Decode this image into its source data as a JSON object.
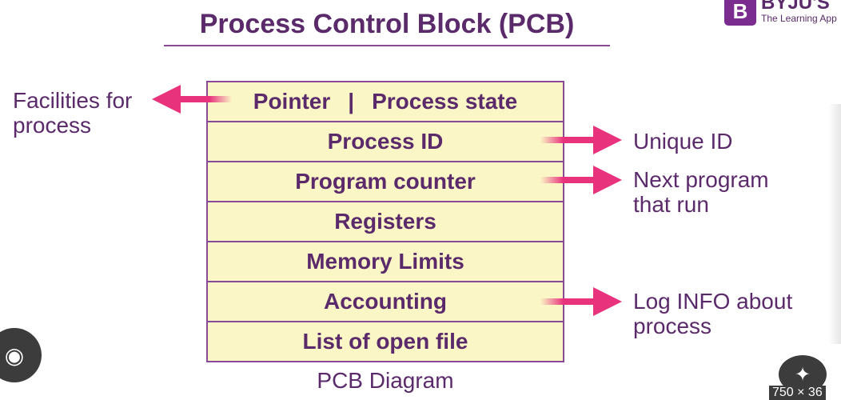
{
  "header": {
    "title": "Process Control Block (PCB)"
  },
  "logo": {
    "badge": "B",
    "name": "BYJU'S",
    "tagline": "The Learning App"
  },
  "pcb": {
    "pointer": "Pointer",
    "separator": "|",
    "process_state": "Process state",
    "rows": [
      "Process ID",
      "Program counter",
      "Registers",
      "Memory Limits",
      "Accounting",
      "List of open file"
    ],
    "caption": "PCB Diagram"
  },
  "annotations": {
    "left": [
      "Facilities for",
      "process"
    ],
    "unique_id": "Unique ID",
    "next_program": [
      "Next program",
      "that run"
    ],
    "log_info": [
      "Log INFO about",
      "process"
    ]
  },
  "colors": {
    "title": "#5b2a6b",
    "border": "#8a4a99",
    "cell_fill": "#fbf6c6",
    "arrow": "#e8327c"
  },
  "overlay": {
    "lens_icon": "camera-icon",
    "magic_icon": "magic-wand-icon",
    "size_text": "750 × 36"
  }
}
